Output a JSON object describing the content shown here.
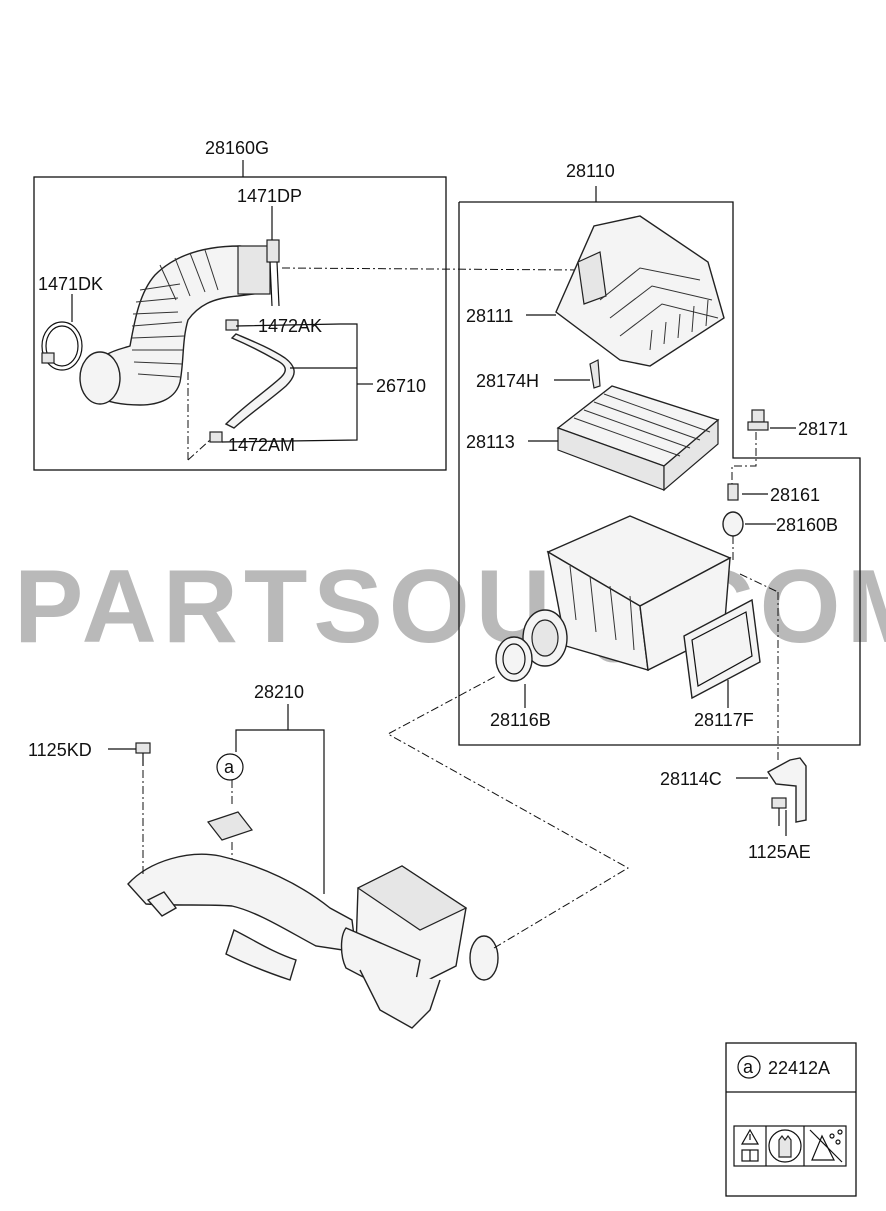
{
  "watermark": "PARTSOUQ.COM",
  "labels": {
    "p28160G": "28160G",
    "p1471DP": "1471DP",
    "p1471DK": "1471DK",
    "p1472AK": "1472AK",
    "p26710": "26710",
    "p1472AM": "1472AM",
    "p28110": "28110",
    "p28111": "28111",
    "p28174H": "28174H",
    "p28113": "28113",
    "p28171": "28171",
    "p28161": "28161",
    "p28160B": "28160B",
    "p28116B": "28116B",
    "p28117F": "28117F",
    "p28114C": "28114C",
    "p1125AE": "1125AE",
    "p28210": "28210",
    "p1125KD": "1125KD"
  },
  "callout": {
    "marker": "a",
    "legend_marker": "a",
    "legend_part": "22412A"
  },
  "icons": [
    "warning-triangle-icon",
    "book-icon",
    "hand-icon",
    "no-spray-icon"
  ]
}
